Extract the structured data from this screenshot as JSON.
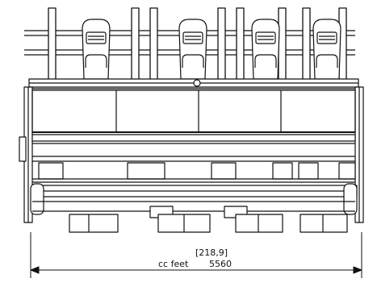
{
  "drawing": {
    "dimension_bracket_label": "[218,9]",
    "dimension_prefix": "cc feet",
    "dimension_value": "5560"
  },
  "colors": {
    "line": "#111111",
    "background": "#ffffff"
  }
}
